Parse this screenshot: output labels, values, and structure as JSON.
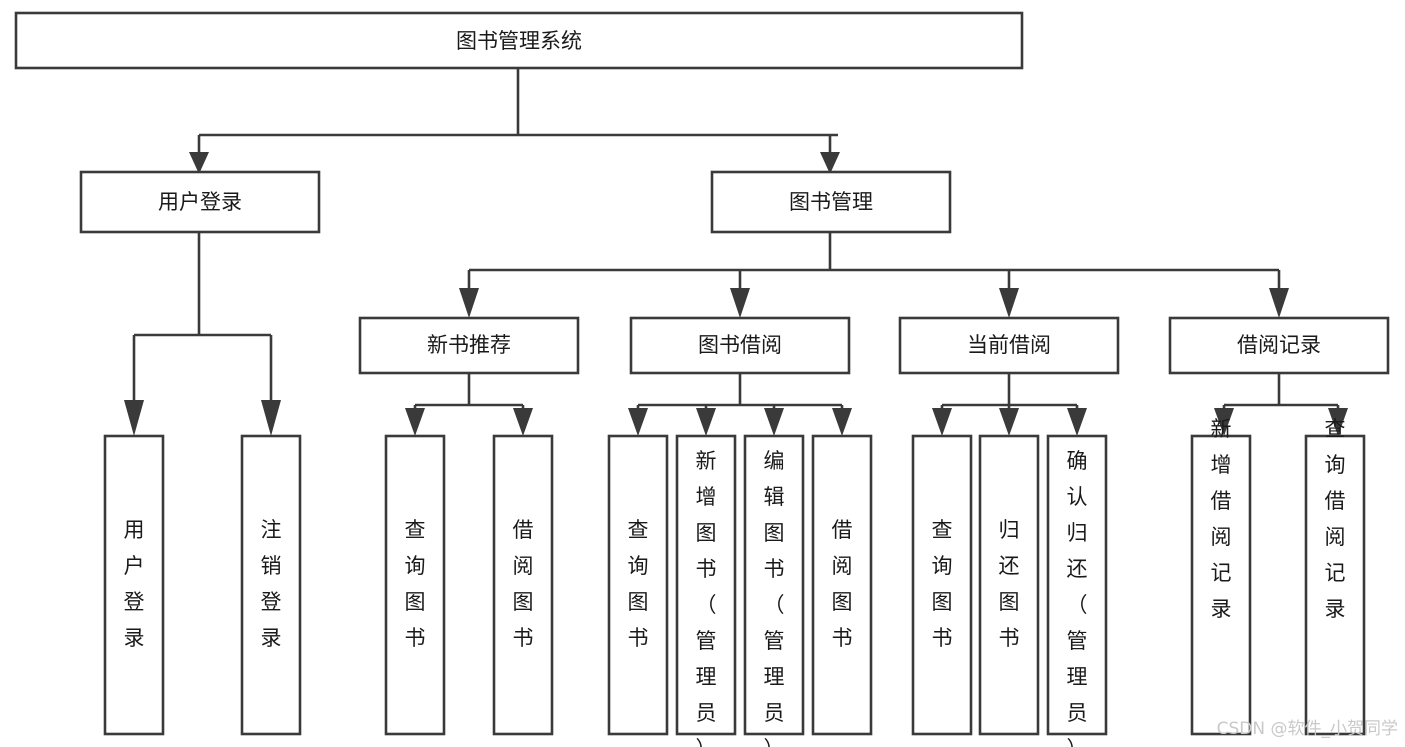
{
  "diagram": {
    "title": "图书管理系统",
    "type": "functional-structure-tree",
    "watermark": "CSDN @软件_小贺同学",
    "colors": {
      "background": "#ffffff",
      "box_stroke": "#3a3a3a",
      "box_fill": "#ffffff",
      "text": "#1a1a1a",
      "watermark": "#c9c9c9"
    },
    "root": {
      "id": "root",
      "label": "图书管理系统",
      "orientation": "horizontal"
    },
    "level2": [
      {
        "id": "user-login",
        "label": "用户登录",
        "orientation": "horizontal"
      },
      {
        "id": "book-manage",
        "label": "图书管理",
        "orientation": "horizontal"
      }
    ],
    "level3": [
      {
        "id": "new-book-recommend",
        "label": "新书推荐",
        "orientation": "horizontal",
        "parent": "book-manage"
      },
      {
        "id": "book-borrow",
        "label": "图书借阅",
        "orientation": "horizontal",
        "parent": "book-manage"
      },
      {
        "id": "current-borrow",
        "label": "当前借阅",
        "orientation": "horizontal",
        "parent": "book-manage"
      },
      {
        "id": "borrow-record",
        "label": "借阅记录",
        "orientation": "horizontal",
        "parent": "book-manage"
      }
    ],
    "leaves": {
      "user-login": [
        {
          "id": "leaf-user-login",
          "label": "用户登录",
          "orientation": "vertical",
          "align": "center"
        },
        {
          "id": "leaf-logout",
          "label": "注销登录",
          "orientation": "vertical",
          "align": "center"
        }
      ],
      "new-book-recommend": [
        {
          "id": "leaf-query-book-1",
          "label": "查询图书",
          "orientation": "vertical",
          "align": "center"
        },
        {
          "id": "leaf-borrow-book-1",
          "label": "借阅图书",
          "orientation": "vertical",
          "align": "center"
        }
      ],
      "book-borrow": [
        {
          "id": "leaf-query-book-2",
          "label": "查询图书",
          "orientation": "vertical",
          "align": "center"
        },
        {
          "id": "leaf-add-book",
          "label": "新增图书（管理员）",
          "orientation": "vertical",
          "align": "top"
        },
        {
          "id": "leaf-edit-book",
          "label": "编辑图书（管理员）",
          "orientation": "vertical",
          "align": "top"
        },
        {
          "id": "leaf-borrow-book-2",
          "label": "借阅图书",
          "orientation": "vertical",
          "align": "center"
        }
      ],
      "current-borrow": [
        {
          "id": "leaf-query-book-3",
          "label": "查询图书",
          "orientation": "vertical",
          "align": "center"
        },
        {
          "id": "leaf-return-book",
          "label": "归还图书",
          "orientation": "vertical",
          "align": "center"
        },
        {
          "id": "leaf-confirm-return",
          "label": "确认归还（管理员）",
          "orientation": "vertical",
          "align": "top"
        }
      ],
      "borrow-record": [
        {
          "id": "leaf-add-record",
          "label": "新增借阅记录",
          "orientation": "vertical",
          "align": "center"
        },
        {
          "id": "leaf-query-record",
          "label": "查询借阅记录",
          "orientation": "vertical",
          "align": "center"
        }
      ]
    }
  }
}
